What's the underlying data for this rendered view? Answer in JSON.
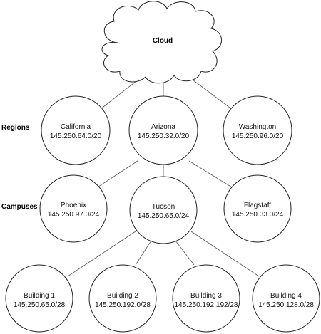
{
  "cloud": {
    "label": "Cloud"
  },
  "rows": {
    "regions": "Regions",
    "campuses": "Campuses"
  },
  "regions": [
    {
      "name": "California",
      "subnet": "145.250.64.0/20"
    },
    {
      "name": "Arizona",
      "subnet": "145.250.32.0/20"
    },
    {
      "name": "Washington",
      "subnet": "145.250.96.0/20"
    }
  ],
  "campuses": [
    {
      "name": "Phoenix",
      "subnet": "145.250.97.0/24"
    },
    {
      "name": "Tucson",
      "subnet": "145.250.65.0/24"
    },
    {
      "name": "Flagstaff",
      "subnet": "145.250.33.0/24"
    }
  ],
  "buildings": [
    {
      "name": "Building 1",
      "subnet": "145.250.65.0/28"
    },
    {
      "name": "Building 2",
      "subnet": "145.250.192.0/28"
    },
    {
      "name": "Building 3",
      "subnet": "145.250.192.192/28"
    },
    {
      "name": "Building 4",
      "subnet": "145.250.128.0/28"
    }
  ]
}
